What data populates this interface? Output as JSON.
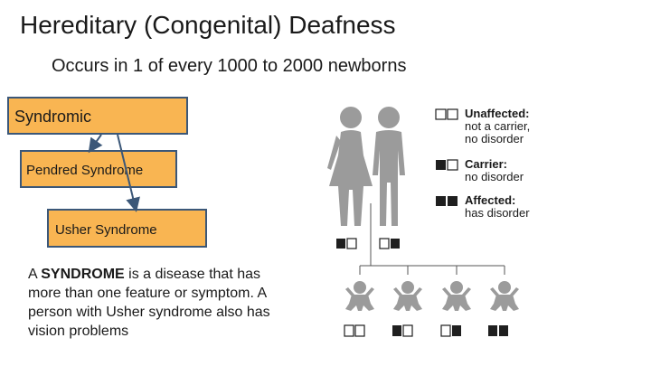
{
  "slide": {
    "title": "Hereditary (Congenital) Deafness",
    "subtitle": "Occurs in 1 of every 1000 to 2000 newborns"
  },
  "flow": {
    "root": "Syndromic",
    "children": [
      "Pendred Syndrome",
      "Usher Syndrome"
    ]
  },
  "description": {
    "prefix": "A ",
    "bold": "SYNDROME",
    "rest": " is a disease that has more than one feature or symptom.  A person with Usher syndrome also has vision problems"
  },
  "legend": [
    {
      "title": "Unaffected:",
      "line1": "not a carrier,",
      "line2": "no disorder"
    },
    {
      "title": "Carrier:",
      "line1": "no disorder",
      "line2": ""
    },
    {
      "title": "Affected:",
      "line1": "has disorder",
      "line2": ""
    }
  ],
  "colors": {
    "box_fill": "#f9b552",
    "box_border": "#3b5778",
    "figure_gray": "#9b9b9b",
    "allele_dark": "#1f1f1f"
  }
}
